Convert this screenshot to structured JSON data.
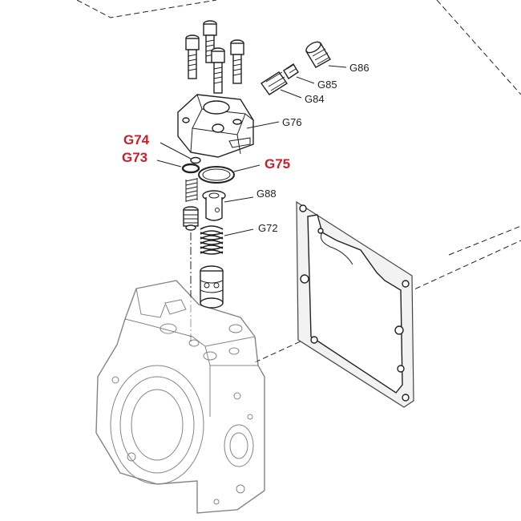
{
  "labels": {
    "g86": "G86",
    "g85": "G85",
    "g84": "G84",
    "g76": "G76",
    "g74": "G74",
    "g73": "G73",
    "g75": "G75",
    "g88": "G88",
    "g72": "G72"
  },
  "colors": {
    "highlight": "#c8202a",
    "line": "#222222"
  }
}
